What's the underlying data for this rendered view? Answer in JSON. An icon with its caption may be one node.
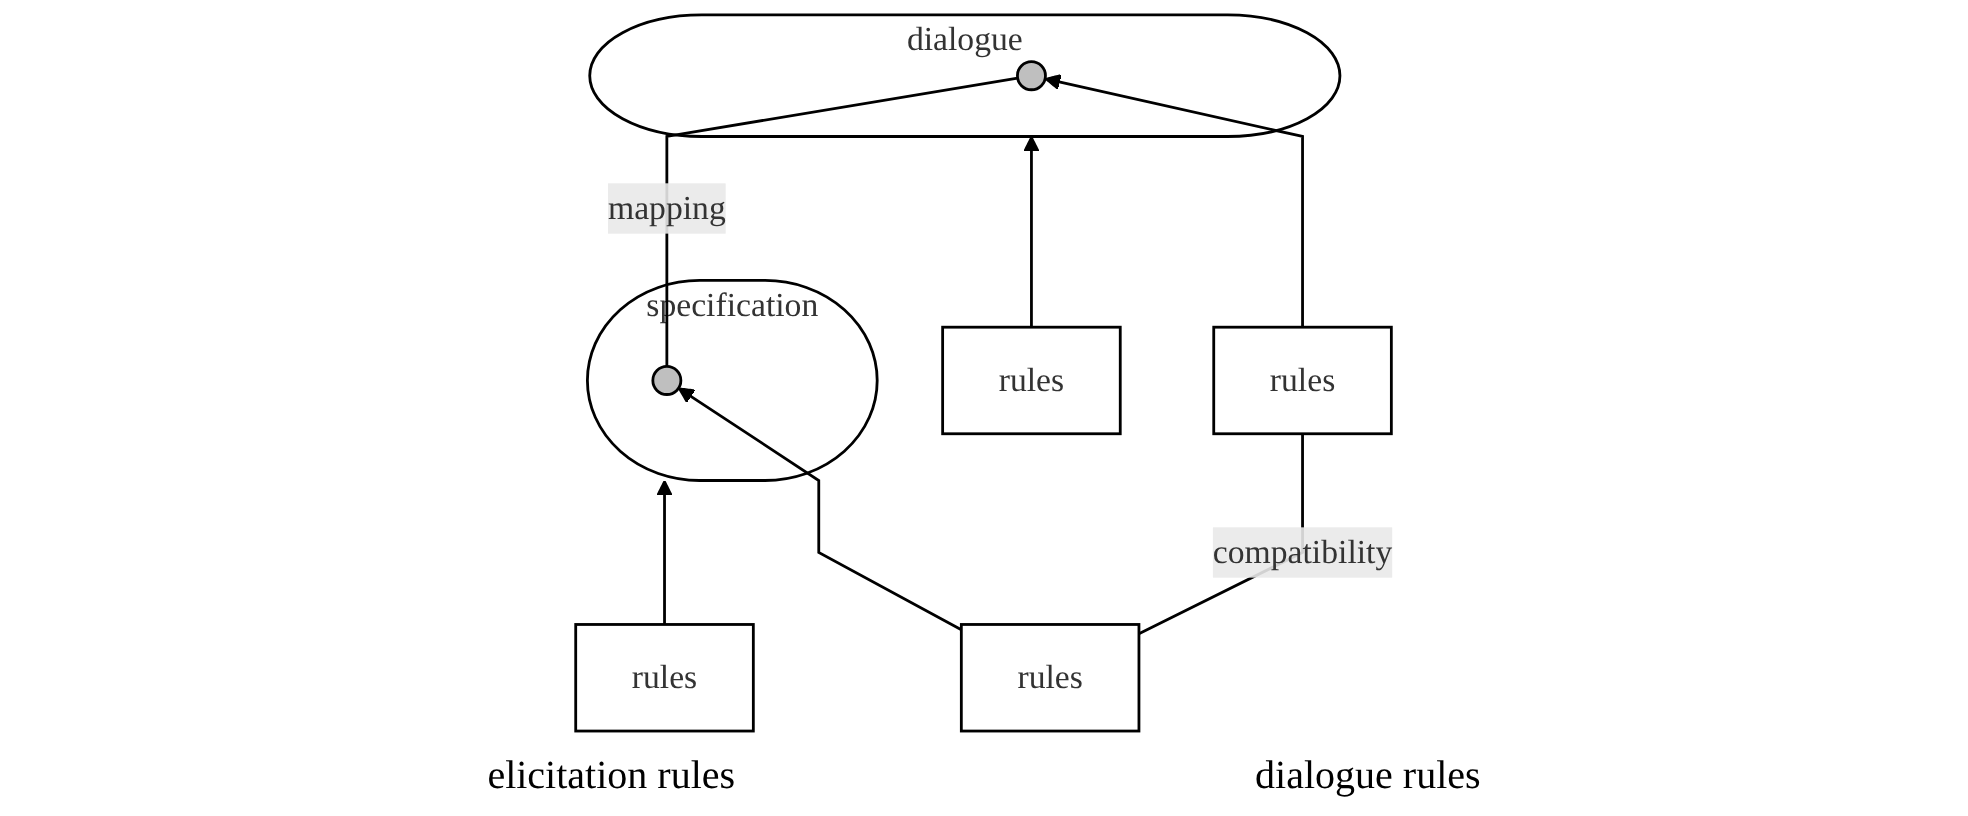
{
  "diagram": {
    "nodes": [
      {
        "text": [
          "specification"
        ]
      },
      {
        "text": [],
        "shape": "ellipse",
        "in": 0
      },
      {
        "text": [
          "dialogue"
        ]
      },
      {
        "text": [],
        "shape": "ellipse",
        "in": 2
      },
      {
        "text": [
          "rules"
        ]
      },
      {
        "text": [
          "rules"
        ]
      },
      {
        "text": [
          "rules"
        ]
      },
      {
        "text": [
          "rules"
        ]
      }
    ],
    "edges": [
      {
        "from": 1,
        "to": 3,
        "arrow": "none",
        "label": "mapping"
      },
      {
        "from": 4,
        "to": 0,
        "arrow": "to"
      },
      {
        "from": 5,
        "to": 1,
        "arrow": "to"
      },
      {
        "from": 6,
        "to": 3,
        "arrow": "to"
      },
      {
        "from": 7,
        "to": 2,
        "arrow": "to"
      },
      {
        "from": 5,
        "to": 6,
        "arrow": "none",
        "label": "compatibility"
      }
    ],
    "labels": [
      "elicitation rules",
      "dialogue rules"
    ]
  }
}
